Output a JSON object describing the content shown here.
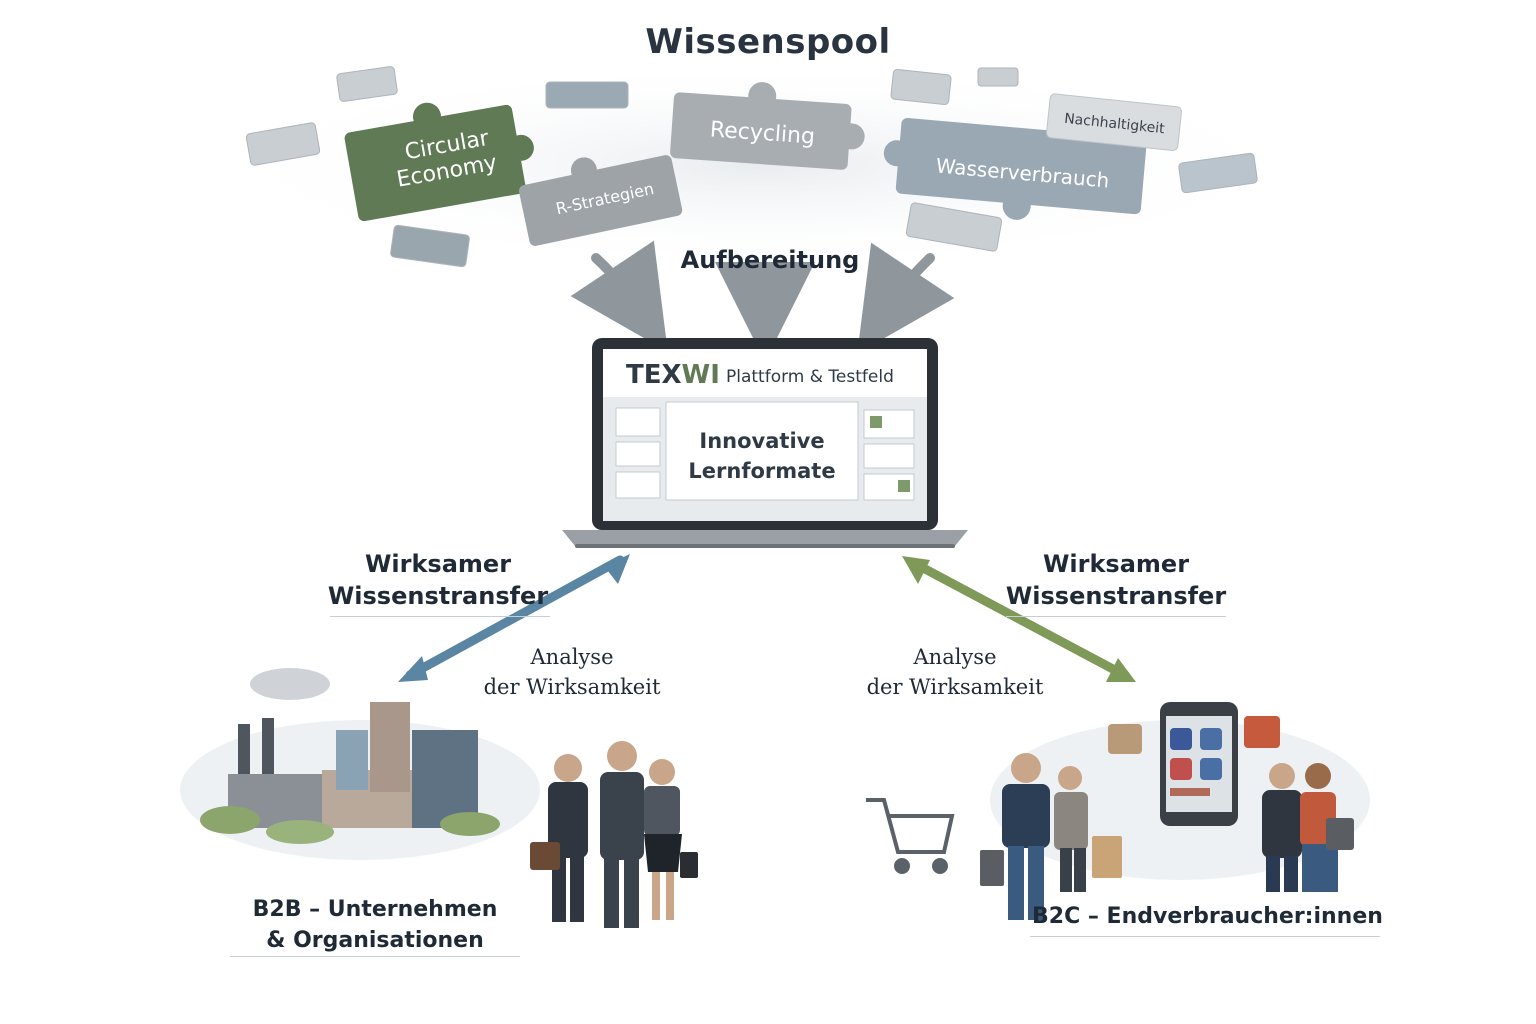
{
  "title": "Wissenspool",
  "puzzles": {
    "circular_line1": "Circular",
    "circular_line2": "Economy",
    "rstrategien": "R-Strategien",
    "recycling": "Recycling",
    "wasser": "Wasserverbrauch",
    "nachhaltigkeit": "Nachhaltigkeit"
  },
  "aufbereitung": "Aufbereitung",
  "laptop": {
    "brand_prefix": "TEX",
    "brand_suffix": "WI",
    "brand_rest": "Plattform & Testfeld",
    "center_line1": "Innovative",
    "center_line2": "Lernformate"
  },
  "left": {
    "transfer_line1": "Wirksamer",
    "transfer_line2": "Wissenstransfer",
    "analyse_line1": "Analyse",
    "analyse_line2": "der Wirksamkeit",
    "caption_line1": "B2B – Unternehmen",
    "caption_line2": "& Organisationen"
  },
  "right": {
    "transfer_line1": "Wirksamer",
    "transfer_line2": "Wissenstransfer",
    "analyse_line1": "Analyse",
    "analyse_line2": "der Wirksamkeit",
    "caption": "B2C – Endverbraucher:innen"
  },
  "colors": {
    "green": "#5f7a55",
    "blue_arrow": "#5a86a3",
    "green_arrow": "#7f9a58",
    "gray_arrow": "#8f969c"
  }
}
